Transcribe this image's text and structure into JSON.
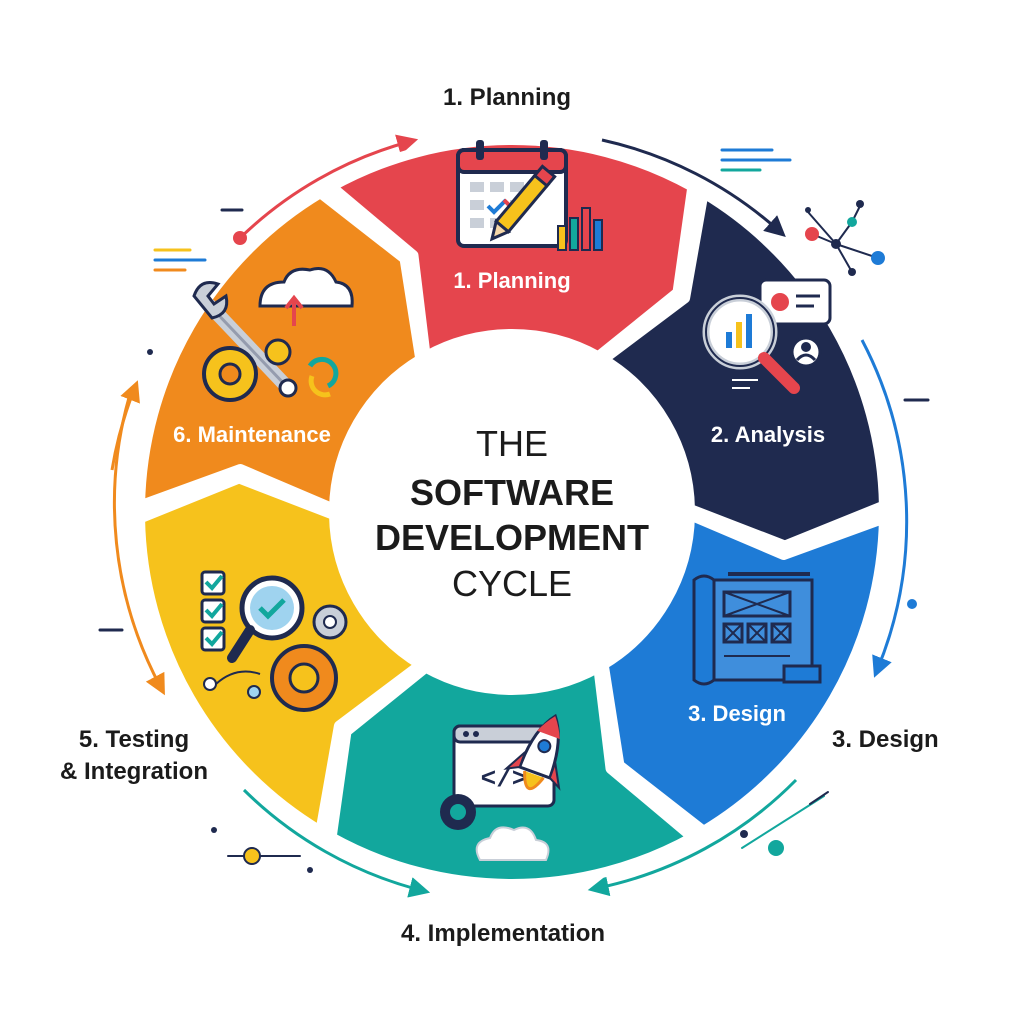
{
  "title": {
    "line1": "THE",
    "line2": "SOFTWARE",
    "line3": "DEVELOPMENT",
    "line4": "CYCLE"
  },
  "stages": [
    {
      "label": "1. Planning",
      "outer_label": "1. Planning",
      "color": "#E5454D",
      "icon": "calendar-pencil-chart-icon"
    },
    {
      "label": "2. Analysis",
      "outer_label": "",
      "color": "#1F2A4F",
      "icon": "magnifier-chart-user-icon"
    },
    {
      "label": "3. Design",
      "outer_label": "3. Design",
      "color": "#1E7BD6",
      "icon": "blueprint-wireframe-icon"
    },
    {
      "label": "",
      "outer_label": "4. Implementation",
      "color": "#12A79D",
      "icon": "code-window-rocket-icon"
    },
    {
      "label": "",
      "outer_label_line1": "5. Testing",
      "outer_label_line2": "& Integration",
      "color": "#F6C21C",
      "icon": "checklist-magnifier-gears-icon"
    },
    {
      "label": "6. Maintenance",
      "outer_label": "",
      "color": "#F08A1D",
      "icon": "wrench-cloud-gears-icon"
    }
  ],
  "colors": {
    "arrow_red": "#E5454D",
    "arrow_navy": "#1F2A4F",
    "arrow_blue": "#1E7BD6",
    "arrow_teal": "#12A79D",
    "arrow_orange": "#F08A1D",
    "text_dark": "#1b1b1b"
  }
}
